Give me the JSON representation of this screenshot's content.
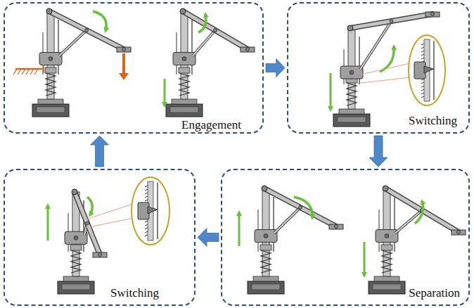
{
  "diagram": {
    "nodes": [
      {
        "text": [
          "Engagement"
        ]
      },
      {
        "text": [
          "Switching"
        ]
      },
      {
        "text": [
          "Separation"
        ]
      },
      {
        "text": [
          "Switching"
        ]
      }
    ],
    "edges": [
      {
        "from": 0,
        "to": 1,
        "arrow": "to"
      },
      {
        "from": 1,
        "to": 2,
        "arrow": "to"
      },
      {
        "from": 2,
        "to": 3,
        "arrow": "to"
      },
      {
        "from": 3,
        "to": 0,
        "arrow": "to"
      }
    ]
  }
}
